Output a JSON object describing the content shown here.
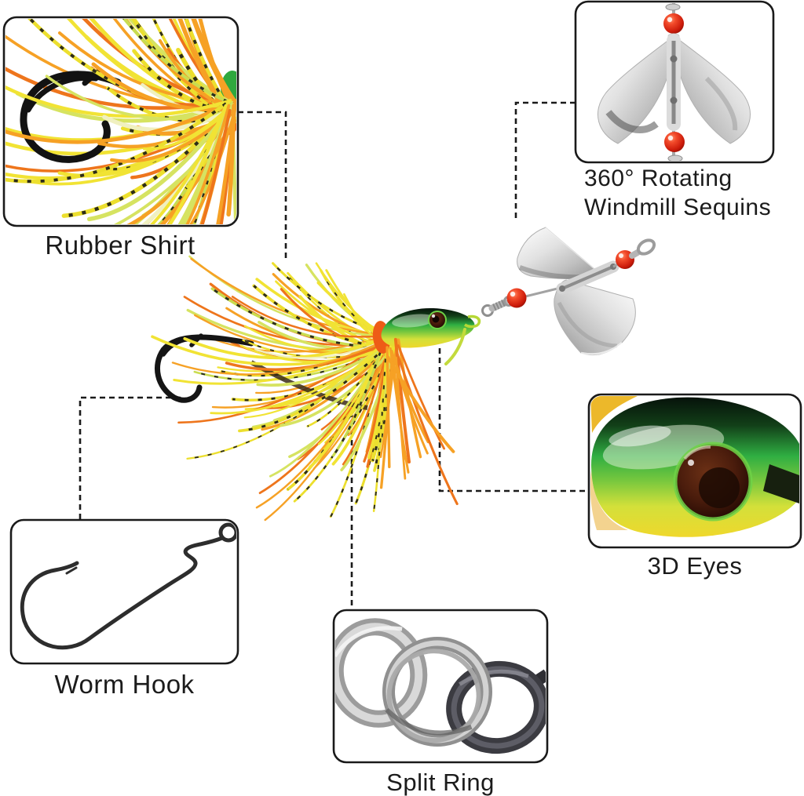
{
  "labels": {
    "rubber_shirt": "Rubber Shirt",
    "windmill_line1": "360° Rotating",
    "windmill_line2": "Windmill Sequins",
    "eyes": "3D Eyes",
    "worm_hook": "Worm Hook",
    "split_ring": "Split Ring"
  },
  "palette": {
    "background": "#ffffff",
    "outline": "#1a1a1a",
    "label_text": "#1b1b1b",
    "bead_red": "#e02715",
    "blade_silver": "#d9d9d9",
    "body_green": "#2fae42",
    "body_yellow": "#efd82c",
    "eye_brown": "#4a1c0c",
    "skirt_colors": [
      "#f1e334",
      "#d6e361",
      "#f0f0c0",
      "#f6a125",
      "#ee751c",
      "#ecdf2e",
      "#c9dc50"
    ]
  }
}
